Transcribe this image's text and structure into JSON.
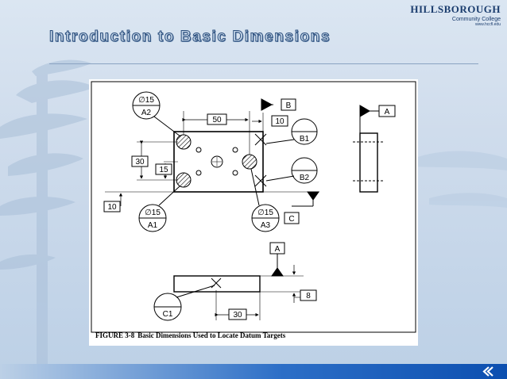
{
  "logo": {
    "name": "HILLSBOROUGH",
    "sub": "Community College",
    "url": "www.hccfl.edu"
  },
  "slide": {
    "title": "Introduction to Basic Dimensions"
  },
  "figure": {
    "caption_number": "FIGURE 3-8",
    "caption_text": "Basic Dimensions Used to Locate Datum Targets",
    "labels": {
      "a2_size": "∅15",
      "a2_id": "A2",
      "a1_size": "∅15",
      "a1_id": "A1",
      "a3_size": "∅15",
      "a3_id": "A3",
      "b1_id": "B1",
      "b2_id": "B2",
      "c1_id": "C1",
      "datum_b": "B",
      "datum_c": "C",
      "datum_a_top": "A",
      "datum_a_side": "A",
      "dim_50": "50",
      "dim_10_top": "10",
      "dim_30_left": "30",
      "dim_15": "15",
      "dim_10_left": "10",
      "dim_8": "8",
      "dim_30_bottom": "30"
    }
  }
}
